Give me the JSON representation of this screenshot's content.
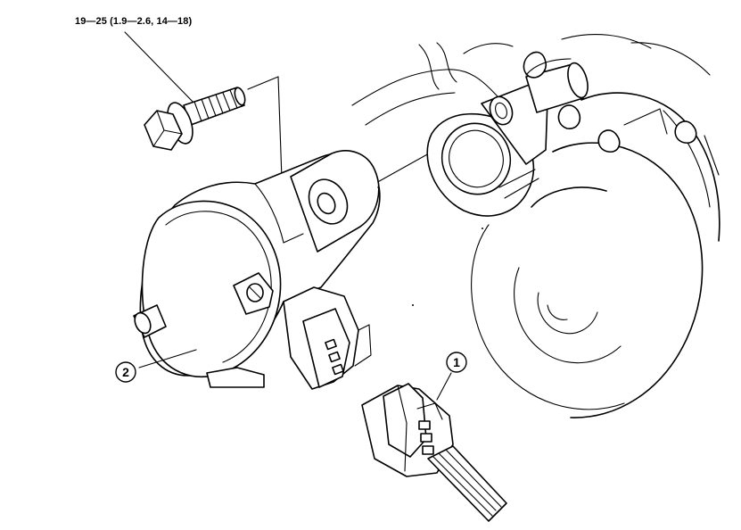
{
  "torque_spec": "19—25 (1.9—2.6, 14—18)",
  "callouts": [
    {
      "id": "part-1",
      "label": "1"
    },
    {
      "id": "part-2",
      "label": "2"
    }
  ],
  "colors": {
    "line": "#000000",
    "background": "#ffffff"
  }
}
